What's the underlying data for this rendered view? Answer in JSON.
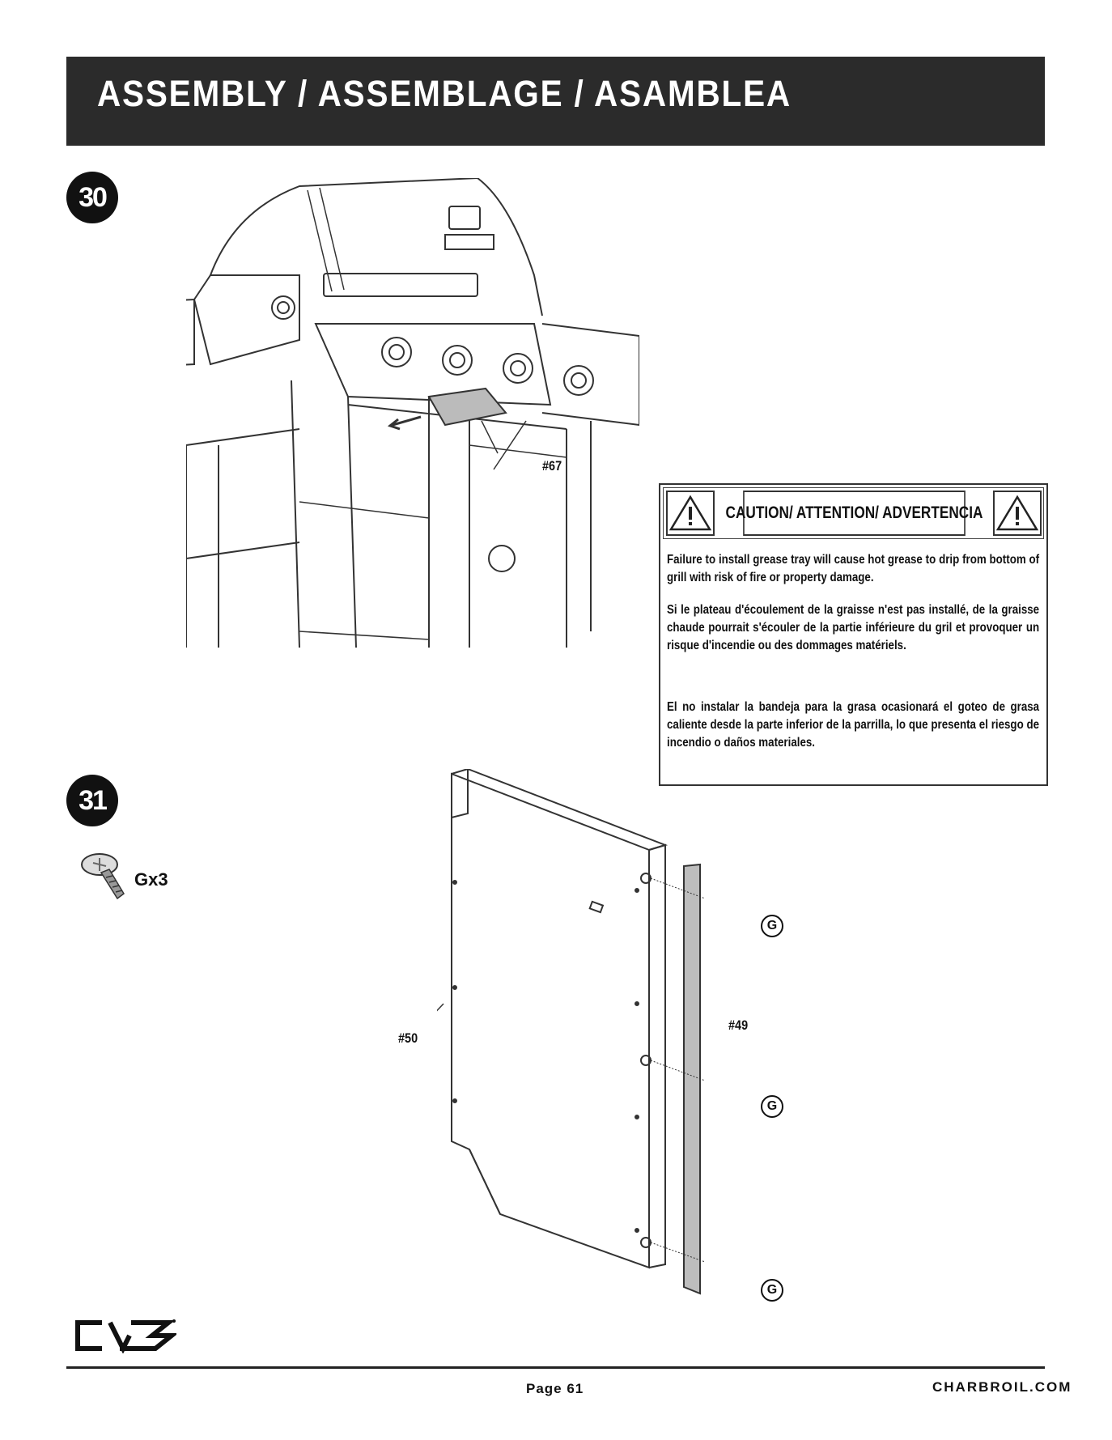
{
  "header": {
    "title": "ASSEMBLY / ASSEMBLAGE / ASAMBLEA"
  },
  "steps": [
    {
      "number": "30",
      "part_label": "#67"
    },
    {
      "number": "31",
      "hardware_label": "Gx3",
      "part_labels": [
        "#50",
        "#49"
      ],
      "callouts": [
        "G",
        "G",
        "G"
      ]
    }
  ],
  "caution": {
    "title": "CAUTION/ ATTENTION/ ADVERTENCIA",
    "en": "Failure to install grease tray will cause hot grease to drip from bottom of grill with risk of fire or property damage.",
    "fr": "Si le plateau d'écoulement de la graisse n'est pas installé, de la graisse chaude pourrait s'écouler de la partie inférieure du gril et provoquer un risque d'incendie ou des dommages matériels.",
    "es": "El no instalar la bandeja para la grasa ocasionará el goteo de grasa caliente desde la parte inferior de la parrilla, lo que presenta el riesgo de incendio o daños materiales."
  },
  "footer": {
    "page": "Page 61",
    "site": "CHARBROIL.COM"
  }
}
